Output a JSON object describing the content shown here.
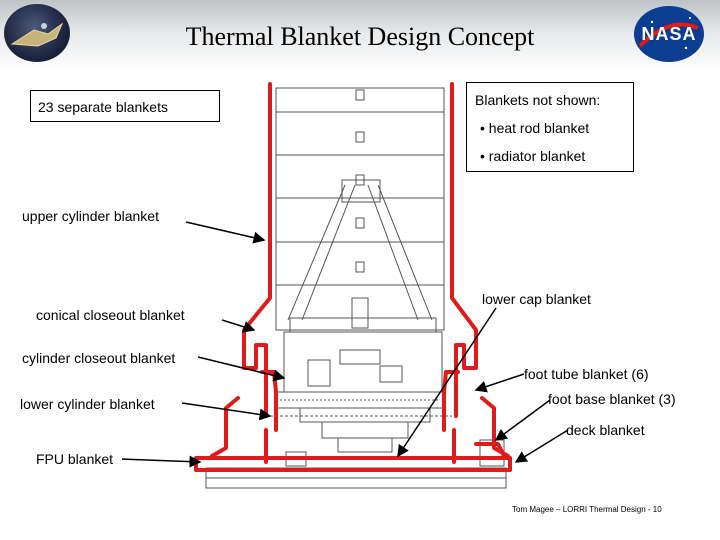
{
  "title": "Thermal Blanket Design Concept",
  "logos": {
    "left": "New Horizons",
    "right": "NASA"
  },
  "info_box": {
    "text": "23 separate blankets"
  },
  "note_box": {
    "heading": "Blankets not shown:",
    "items": [
      "• heat rod blanket",
      "• radiator blanket"
    ]
  },
  "labels": {
    "upper_cylinder": "upper cylinder blanket",
    "conical_closeout": "conical closeout blanket",
    "cylinder_closeout": "cylinder closeout blanket",
    "lower_cylinder": "lower cylinder blanket",
    "fpu": "FPU blanket",
    "lower_cap": "lower cap blanket",
    "foot_tube": "foot tube blanket (6)",
    "foot_base": "foot base blanket (3)",
    "deck": "deck blanket"
  },
  "footer": "Tom Magee – LORRI Thermal Design - 10",
  "colors": {
    "blanket": "#e01b1b",
    "nasa_blue": "#0b3d91"
  }
}
